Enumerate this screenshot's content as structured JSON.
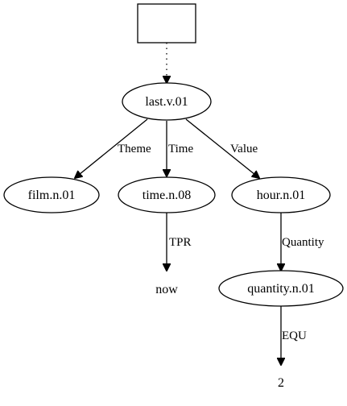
{
  "nodes": {
    "root_box": "",
    "last": "last.v.01",
    "film": "film.n.01",
    "time": "time.n.08",
    "hour": "hour.n.01",
    "now": "now",
    "quantity": "quantity.n.01",
    "two": "2"
  },
  "edges": {
    "theme": "Theme",
    "time": "Time",
    "value": "Value",
    "tpr": "TPR",
    "quantity": "Quantity",
    "equ": "EQU"
  }
}
